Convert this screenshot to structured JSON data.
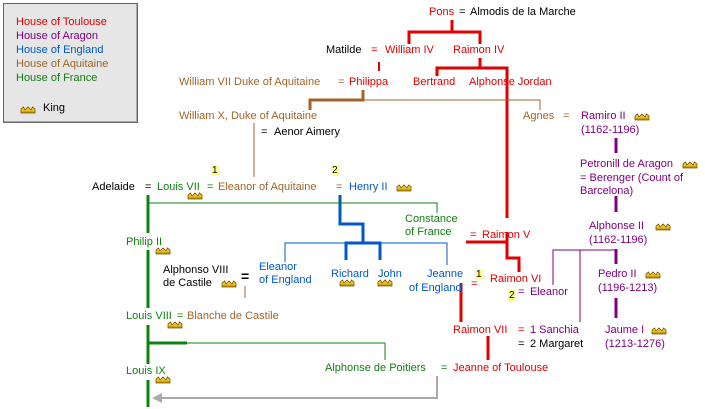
{
  "legend": {
    "houses": [
      {
        "label": "House of Toulouse",
        "color": "#e00000"
      },
      {
        "label": "House of Aragon",
        "color": "#800080"
      },
      {
        "label": "House of England",
        "color": "#0058c8"
      },
      {
        "label": "House of Aquitaine",
        "color": "#a0642a"
      },
      {
        "label": "House of France",
        "color": "#108010"
      }
    ],
    "king_label": "King",
    "king_icon": "crown-icon"
  },
  "people": {
    "pons": "Pons",
    "almodis": "Almodis de la Marche",
    "matilde": "Matilde",
    "william_iv": "William IV",
    "raimon_iv": "Raimon IV",
    "william_vii": "William VII Duke of Aquitaine",
    "philippa": "Philippa",
    "bertrand": "Bertrand",
    "alphonse_jordan": "Alphonse Jordan",
    "william_x": "William X, Duke of Aquitaine",
    "aenor": "Aenor Aimery",
    "agnes": "Agnes",
    "ramiro_ii": "Ramiro II",
    "ramiro_ii_years": "(1162-1196)",
    "petronill": "Petronill de Aragon",
    "berenger_1": "Berenger (Count of",
    "berenger_2": "Barcelona)",
    "adelaide": "Adelaide",
    "louis_vii": "Louis VII",
    "eleanor_aquitaine": "Eleanor of Aquitaine",
    "henry_ii": "Henry II",
    "constance_1": "Constance",
    "constance_2": "of France",
    "raimon_v": "Raimon V",
    "alphonse_ii": "Alphonse II",
    "alphonse_ii_years": "(1162-1196)",
    "philip_ii": "Philip II",
    "alphonso_viii_1": "Alphonso VIII",
    "alphonso_viii_2": "de Castile",
    "eleanor_england_1": "Eleanor",
    "eleanor_england_2": "of England",
    "richard": "Richard",
    "john": "John",
    "jeanne_england_1": "Jeanne",
    "jeanne_england_2": "of England",
    "raimon_vi": "Raimon VI",
    "eleanor_aragon": "Eleanor",
    "pedro_ii": "Pedro II",
    "pedro_ii_years": "(1196-1213)",
    "louis_viii": "Louis VIII",
    "blanche": "Blanche de Castile",
    "raimon_vii": "Raimon VII",
    "sanchia": "1 Sanchia",
    "margaret": "2 Margaret",
    "jaume_i": "Jaume I",
    "jaume_i_years": "(1213-1276)",
    "louis_ix": "Louis IX",
    "alphonse_poitiers": "Alphonse de Poitiers",
    "jeanne_toulouse": "Jeanne of Toulouse"
  },
  "marks": {
    "eq": "=",
    "n1": "1",
    "n2": "2"
  },
  "colors": {
    "toulouse": "#e00000",
    "aragon": "#800080",
    "england": "#0058c8",
    "aquitaine": "#a0642a",
    "france": "#108010",
    "inheritance_arrow": "#aaaaaa",
    "crown_fill": "#f0c020"
  }
}
